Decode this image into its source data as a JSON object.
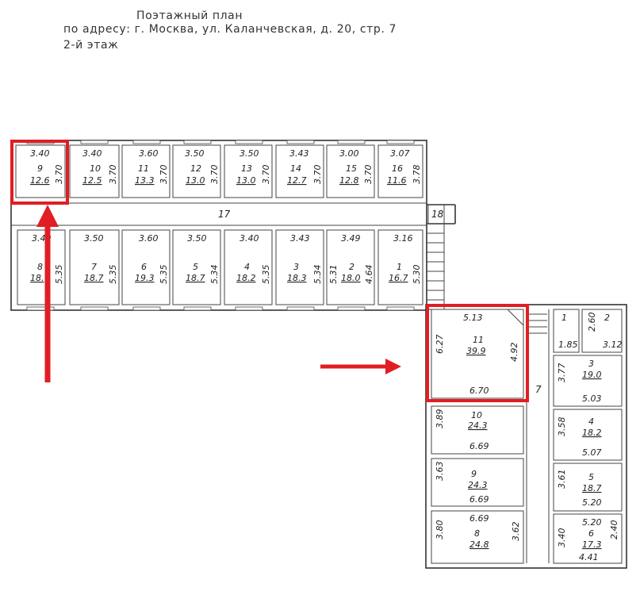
{
  "header": {
    "title": "Поэтажный план",
    "address": "по адресу: г. Москва, ул. Каланчевская, д. 20, стр. 7",
    "floor": "2-й этаж"
  },
  "plan_left": {
    "top_rooms": [
      {
        "num": "9",
        "area": "12.6",
        "width": "3.40",
        "depth": "3.70"
      },
      {
        "num": "10",
        "area": "12.5",
        "width": "3.40",
        "depth": "3.70"
      },
      {
        "num": "11",
        "area": "13.3",
        "width": "3.60",
        "depth": "3.70"
      },
      {
        "num": "12",
        "area": "13.0",
        "width": "3.50",
        "depth": "3.70"
      },
      {
        "num": "13",
        "area": "13.0",
        "width": "3.50",
        "depth": "3.70"
      },
      {
        "num": "14",
        "area": "12.7",
        "width": "3.43",
        "depth": "3.70"
      },
      {
        "num": "15",
        "area": "12.8",
        "width": "3.00",
        "depth": "3.70"
      },
      {
        "num": "16",
        "area": "11.6",
        "width": "3.07",
        "depth": "3.78"
      }
    ],
    "bottom_rooms": [
      {
        "num": "8",
        "area": "18.",
        "width": "3.40",
        "depth": "5.35"
      },
      {
        "num": "7",
        "area": "18.7",
        "width": "3.50",
        "depth": "5.35"
      },
      {
        "num": "6",
        "area": "19.3",
        "width": "3.60",
        "depth": "5.35"
      },
      {
        "num": "5",
        "area": "18.7",
        "width": "3.50",
        "depth": "5.34"
      },
      {
        "num": "4",
        "area": "18.2",
        "width": "3.40",
        "depth": "5.35"
      },
      {
        "num": "3",
        "area": "18.3",
        "width": "3.43",
        "depth": "5.34"
      },
      {
        "num": "2",
        "area": "18.0",
        "width": "3.49",
        "depth": "4.64",
        "depth2": "5.31"
      },
      {
        "num": "1",
        "area": "16.7",
        "width": "3.16",
        "depth": "5.30"
      }
    ],
    "corridor": "17",
    "stair": "18"
  },
  "plan_right": {
    "r11": {
      "num": "11",
      "area": "39.9",
      "top": "5.13",
      "left": "6.27",
      "right": "4.92",
      "bottom": "6.70"
    },
    "r1": {
      "num": "1",
      "dim": "1.85"
    },
    "r2": {
      "num": "2",
      "dim1": "2.60",
      "dim2": "3.12"
    },
    "r3": {
      "num": "3",
      "area": "19.0",
      "depth": "3.77",
      "width": "5.03"
    },
    "r4": {
      "num": "4",
      "area": "18.2",
      "depth": "3.58",
      "width": "5.07"
    },
    "r5": {
      "num": "5",
      "area": "18.7",
      "depth": "3.61",
      "width": "5.20"
    },
    "r6": {
      "num": "6",
      "area": "17.3",
      "depth": "3.40",
      "top": "5.20",
      "width": "4.41",
      "right": "2.40"
    },
    "r7": {
      "num": "7"
    },
    "r10": {
      "num": "10",
      "area": "24.3",
      "depth": "3.89",
      "width": "6.69"
    },
    "r9": {
      "num": "9",
      "area": "24.3",
      "depth": "3.63",
      "width": "6.69"
    },
    "r8": {
      "num": "8",
      "area": "24.8",
      "depth": "3.80",
      "top": "6.69",
      "right": "3.62"
    }
  },
  "colors": {
    "highlight": "#e01e24",
    "wall": "#333333"
  }
}
